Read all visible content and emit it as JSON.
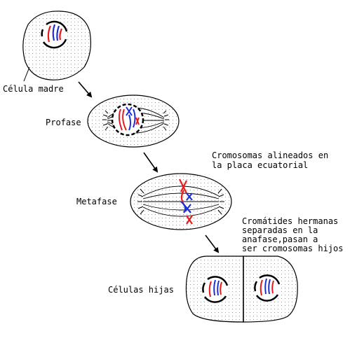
{
  "labels": {
    "celula_madre": "Célula madre",
    "profase": "Profase",
    "metafase": "Metafase",
    "celulas_hijas": "Células hijas",
    "alineados_1": "Cromosomas alineados en",
    "alineados_2": "la placa ecuatorial",
    "anafase_1": "Cromátides hermanas",
    "anafase_2": "separadas en la",
    "anafase_3": "anafase,pasan a",
    "anafase_4": "ser cromosomas hijos"
  },
  "colors": {
    "outline": "#000000",
    "stipple": "#9a9a9a",
    "chromosome_red": "#e61c1c",
    "chromosome_blue": "#1c2fd6"
  }
}
